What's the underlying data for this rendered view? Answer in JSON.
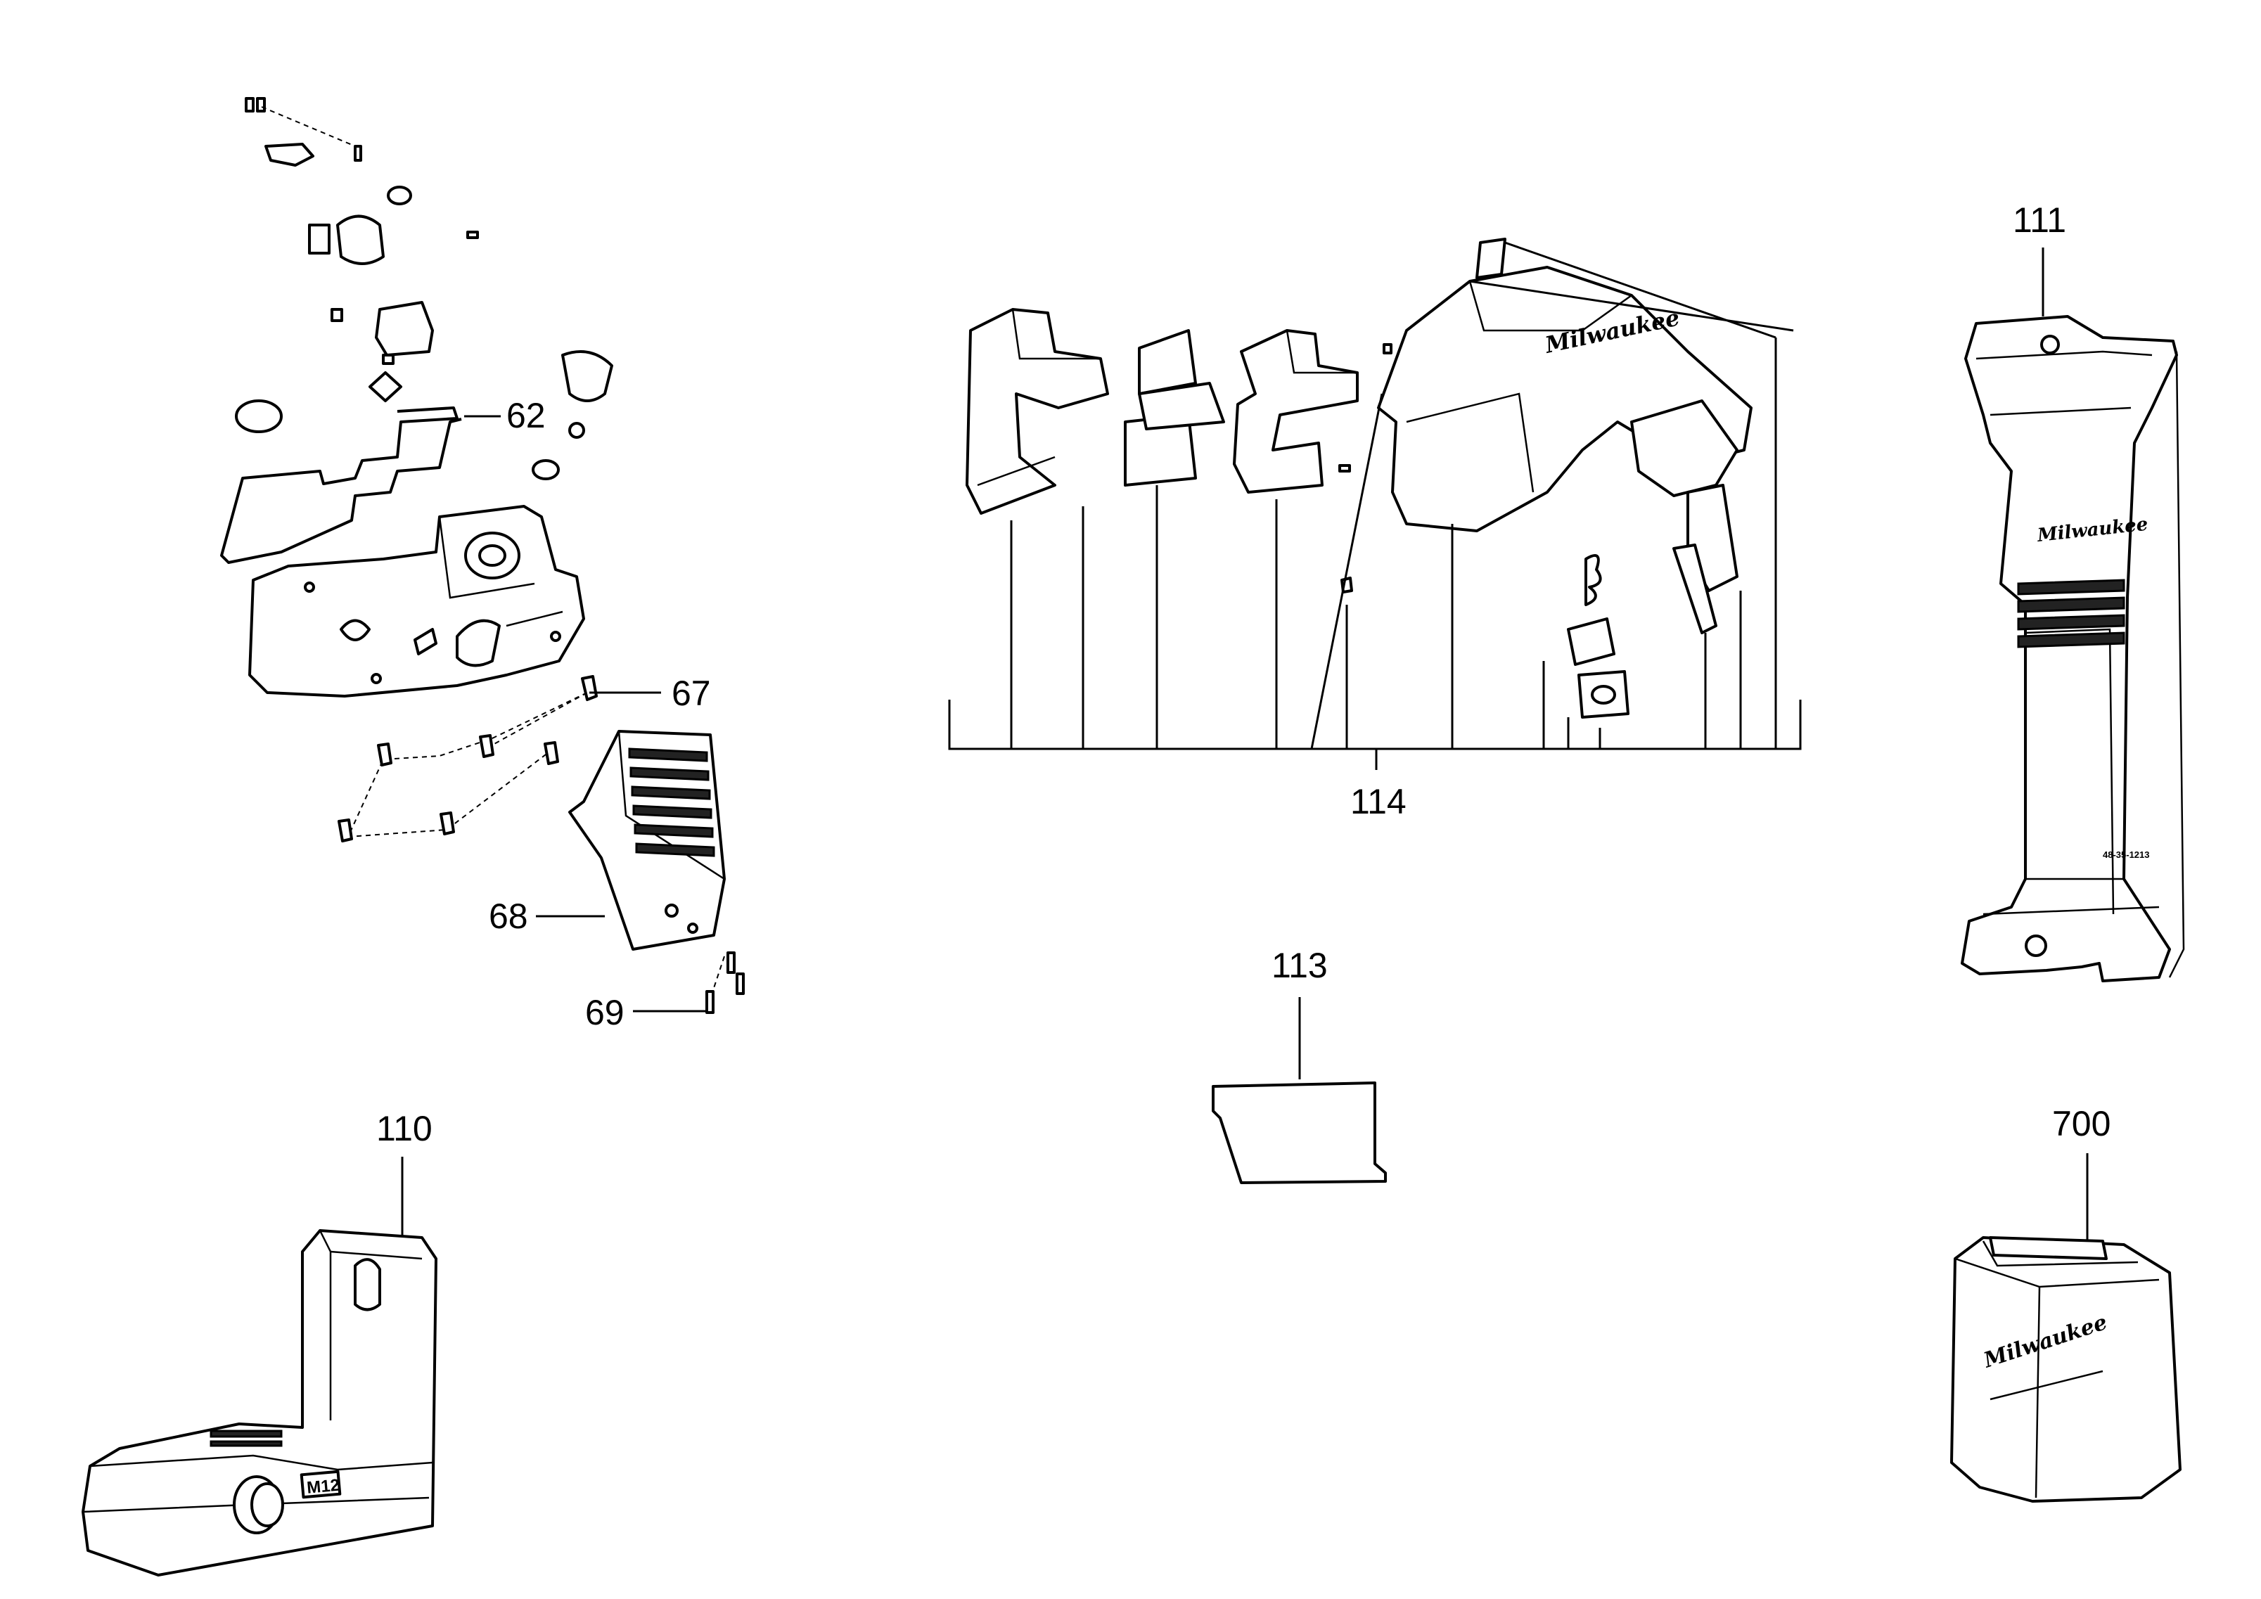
{
  "callouts": {
    "c62": "62",
    "c67": "67",
    "c68": "68",
    "c69": "69",
    "c110": "110",
    "c111": "111",
    "c113": "113",
    "c114": "114",
    "c700": "700"
  },
  "markings": {
    "brand": "Milwaukee",
    "battery_mark": "M12",
    "bracket_part_no": "48-35-1213"
  },
  "colors": {
    "line": "#000000",
    "background": "#ffffff"
  }
}
